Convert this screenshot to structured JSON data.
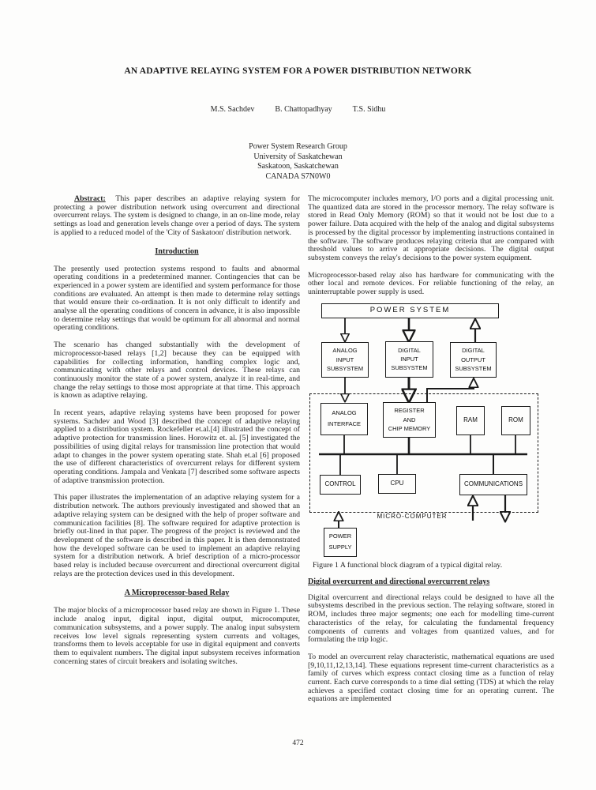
{
  "header": {
    "title": "AN ADAPTIVE RELAYING SYSTEM FOR A POWER DISTRIBUTION NETWORK",
    "authors": [
      "M.S. Sachdev",
      "B. Chattopadhyay",
      "T.S. Sidhu"
    ],
    "affiliation": [
      "Power System Research Group",
      "University of Saskatchewan",
      "Saskatoon, Saskatchewan",
      "CANADA S7N0W0"
    ]
  },
  "left_column": {
    "abstract_label": "Abstract:",
    "abstract_text": "This paper describes an adaptive relaying system for protecting a power distribution network using overcurrent and directional overcurrent relays. The system is designed to change, in an on-line mode, relay settings as load and generation levels change over a period of days. The system is applied to a reduced model of the 'City of Saskatoon' distribution network.",
    "introduction_heading": "Introduction",
    "paragraphs": [
      "The presently used protection systems respond to faults and abnormal operating conditions in a predetermined manner.  Contingencies that can be experienced in a power system are identified and system performance for those conditions are evaluated. An attempt is then made to determine relay settings that would ensure their co-ordination. It is not only difficult to identify and analyse all the operating conditions of concern in advance, it is also impossible to determine relay settings that would be optimum for all abnormal and normal operating conditions.",
      "The scenario has changed substantially with the development of microprocessor-based relays [1,2] because they can be equipped with capabilities for collecting information, handling complex logic and, communicating with other relays and control devices. These relays can continuously monitor the state of a power system, analyze it in real-time, and change the relay settings to those most appropriate at that time.  This approach is known as adaptive relaying.",
      "In recent years, adaptive relaying systems have been proposed for power systems.  Sachdev and Wood [3] described the concept of adaptive relaying applied to a distribution system.  Rockefeller et.al.[4] illustrated the concept of adaptive protection for transmission lines. Horowitz et. al. [5] investigated the possibilities of using digital relays for transmission line protection that would adapt to changes in the power system operating state.  Shah et.al [6] proposed the use of different characteristics of overcurrent relays for different system operating conditions.  Jampala and Venkata [7] described some software aspects of adaptive transmission protection.",
      "This paper illustrates the implementation of an adaptive relaying system for a distribution network.  The authors previously investigated and showed that an adaptive relaying system can be designed with the help of proper software and communication facilities [8]. The software required for adaptive protection is briefly out-lined in that paper. The progress of the project is reviewed and the development of the software is described in this paper. It is then demonstrated how the developed software can be used to implement an adaptive relaying system for a distribution network. A brief description of a micro-processor based relay is included because overcurrent and directional overcurrent digital relays are the protection devices used in this development."
    ],
    "relay_heading": "A Microprocessor-based Relay",
    "relay_paragraph": "The major blocks of a microprocessor based relay are shown in Figure 1. These include analog input, digital input, digital output, microcomputer, communication subsystems, and a power supply. The analog input subsystem receives low level signals representing system currents and voltages, transforms them to levels acceptable for use in digital equipment and converts them to equivalent numbers.  The digital input subsystem receives information concerning states of circuit breakers and isolating switches."
  },
  "right_column": {
    "paragraphs": [
      "The microcomputer includes memory, I/O ports and a digital processing unit. The quantized data are stored in the processor memory.  The relay software is stored in Read Only Memory (ROM) so that it would not be lost due to a power failure.  Data acquired with the help of the analog and digital subsystems is processed by the digital processor by implementing instructions contained in the software. The software produces relaying criteria that are compared with threshold values to arrive at appropriate decisions. The digital output subsystem conveys the relay's decisions to the power system equipment.",
      "Microprocessor-based relay also has hardware for communicating with the other local and remote devices.  For reliable functioning of the relay, an uninterruptable power supply is used."
    ],
    "figure": {
      "caption": "Figure 1  A functional block diagram of a typical digital relay.",
      "microcomputer_label": "MICRO-COMPUTER",
      "blocks": {
        "power_system": "POWER SYSTEM",
        "analog_input": "ANALOG\nINPUT\nSUBSYSTEM",
        "digital_input": "DIGITAL\nINPUT\nSUBSYSTEM",
        "digital_output": "DIGITAL\nOUTPUT\nSUBSYSTEM",
        "analog_interface": "ANALOG\nINTERFACE",
        "register": "REGISTER\nAND\nCHIP MEMORY",
        "ram": "RAM",
        "rom": "ROM",
        "control": "CONTROL",
        "cpu": "CPU",
        "communications": "COMMUNICATIONS",
        "power_supply": "POWER\nSUPPLY"
      }
    },
    "section_heading": "Digital overcurrent and directional overcurrent relays",
    "section_paragraphs": [
      "Digital overcurrent and directional relays could be designed to have all the subsystems described in the previous section.  The relaying software, stored in ROM, includes three major segments; one each for modelling time-current characteristics of the relay, for calculating the fundamental frequency components of currents and voltages from quantized values, and for formulating the trip logic.",
      "To model an overcurrent relay characteristic, mathematical equations are used [9,10,11,12,13,14]. These equations represent time-current characteristics as a family of curves which express contact closing time as a function of relay current. Each curve corresponds to a time dial setting (TDS) at which the relay achieves a specified contact closing time for an operating current. The equations are implemented"
    ]
  },
  "footer": {
    "page_number": "472"
  }
}
